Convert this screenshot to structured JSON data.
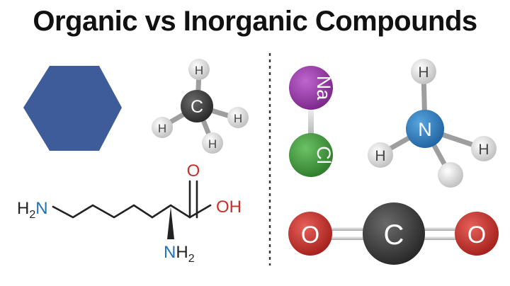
{
  "title": "Organic vs Inorganic Compounds",
  "colors": {
    "hexagon": "#3f5c9a",
    "carbon": "#3a3a3a",
    "hydrogen": "#dedede",
    "nitrogen": "#2f7fc0",
    "sodium": "#9a39a8",
    "chlorine": "#3f9a3c",
    "oxygen": "#c8312a",
    "amine_text": "#2272b6",
    "oxygen_text": "#c8312a",
    "divider": "#333333"
  },
  "organic": {
    "methane": {
      "center": "C",
      "ligands": [
        "H",
        "H",
        "H",
        "H"
      ]
    },
    "lysine": {
      "amine_end": {
        "main": "H",
        "sub": "2",
        "atom": "N"
      },
      "carbonyl_oxygen": "O",
      "hydroxyl": "OH",
      "alpha_amine": {
        "atom": "N",
        "main": "H",
        "sub": "2"
      }
    }
  },
  "inorganic": {
    "nacl": {
      "top": "Na",
      "bottom": "Cl"
    },
    "ammonia": {
      "center": "N",
      "ligands": [
        "H",
        "H",
        "H"
      ]
    },
    "co2": {
      "left": "O",
      "center": "C",
      "right": "O"
    }
  }
}
